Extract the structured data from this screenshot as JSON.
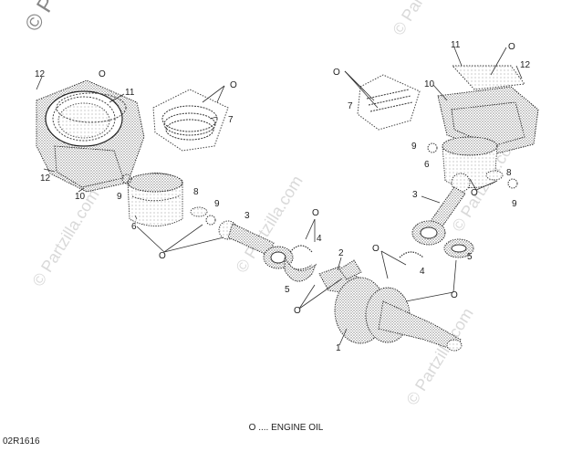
{
  "diagram_code": "02R1616",
  "legend_text": "O .... ENGINE OIL",
  "watermark_big": "© Par",
  "watermark_text": "© Partzilla.com",
  "oil_symbol": "O",
  "callouts": {
    "l1": "1",
    "l2": "2",
    "l3a": "3",
    "l3b": "3",
    "l4a": "4",
    "l4b": "4",
    "l5a": "5",
    "l5b": "5",
    "l6a": "6",
    "l6b": "6",
    "l7a": "7",
    "l7b": "7",
    "l8a": "8",
    "l8b": "8",
    "l9a": "9",
    "l9b": "9",
    "l9c": "9",
    "l10a": "10",
    "l10b": "10",
    "l11a": "11",
    "l11b": "11",
    "l12a": "12",
    "l12b": "12",
    "l12c": "12"
  }
}
